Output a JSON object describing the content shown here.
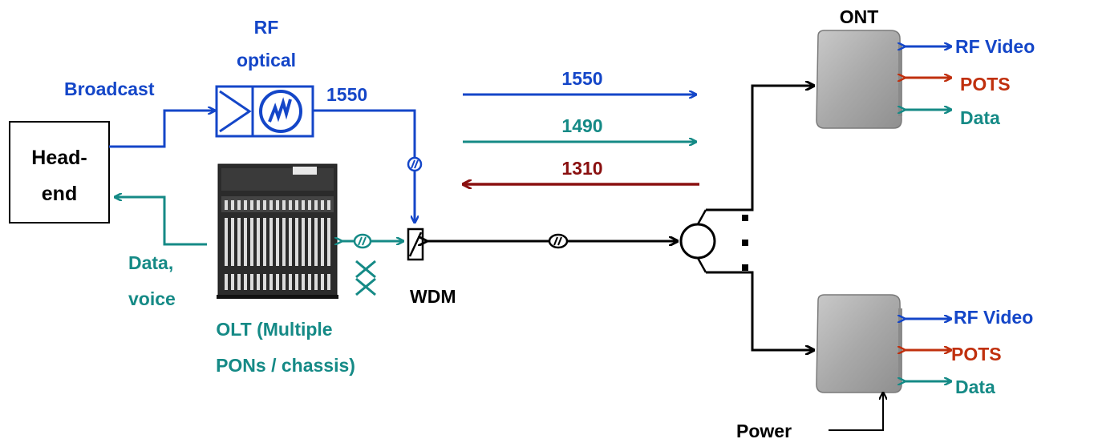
{
  "colors": {
    "blue": "#1446c8",
    "teal": "#158a86",
    "red": "#c0300e",
    "darkred": "#8a1010",
    "black": "#000000"
  },
  "headend": {
    "line1": "Head-",
    "line2": "end"
  },
  "broadcast_label": "Broadcast",
  "rf_optical": {
    "line1": "RF",
    "line2": "optical"
  },
  "rf_1550": "1550",
  "data_voice": {
    "line1": "Data,",
    "line2": "voice"
  },
  "olt": {
    "line1": "OLT (Multiple",
    "line2": "PONs / chassis)"
  },
  "wdm": "WDM",
  "wavelengths": {
    "w1550": "1550",
    "w1490": "1490",
    "w1310": "1310"
  },
  "ont_title": "ONT",
  "ont_top": {
    "rf_video": "RF Video",
    "pots": "POTS",
    "data": "Data"
  },
  "ont_bottom": {
    "rf_video": "RF Video",
    "pots": "POTS",
    "data": "Data"
  },
  "power": "Power",
  "icons": [
    "fiber-marker-icon",
    "arrow-icon",
    "splitter-icon",
    "olt-chassis-icon",
    "ont-device-icon",
    "optical-transmitter-icon"
  ]
}
